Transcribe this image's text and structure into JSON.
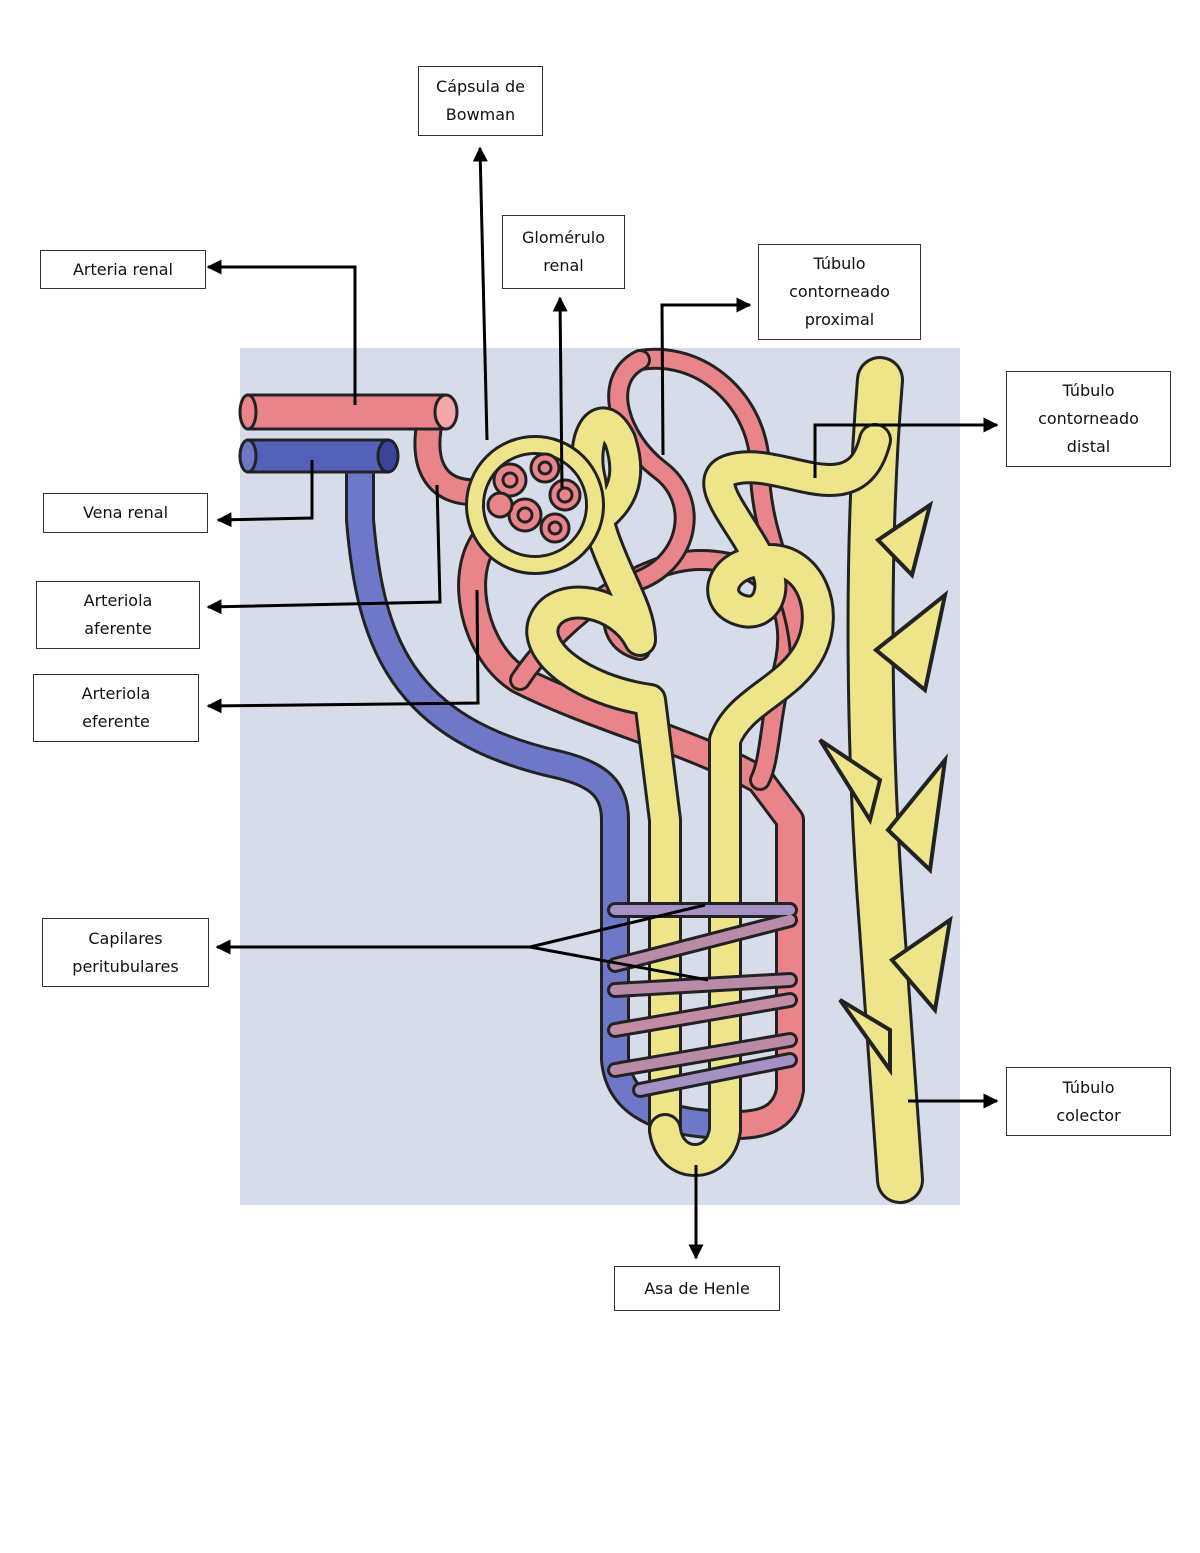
{
  "diagram": {
    "labels": {
      "capsula_bowman": "Cápsula de\nBowman",
      "glomerulo_renal": "Glomérulo\nrenal",
      "arteria_renal": "Arteria renal",
      "tubulo_proximal": "Túbulo\ncontorneado\nproximal",
      "tubulo_distal": "Túbulo\ncontorneado\ndistal",
      "vena_renal": "Vena renal",
      "arteriola_aferente": "Arteriola\naferente",
      "arteriola_eferente": "Arteriola\neferente",
      "capilares_peritubulares": "Capilares\nperitubulares",
      "tubulo_colector": "Túbulo\ncolector",
      "asa_henle": "Asa de Henle"
    },
    "colors": {
      "photo_background": "#d7dcea",
      "artery_red": "#e8848a",
      "vein_blue": "#6f78c8",
      "tubule_yellow": "#eee58a",
      "outline": "#222222"
    }
  }
}
